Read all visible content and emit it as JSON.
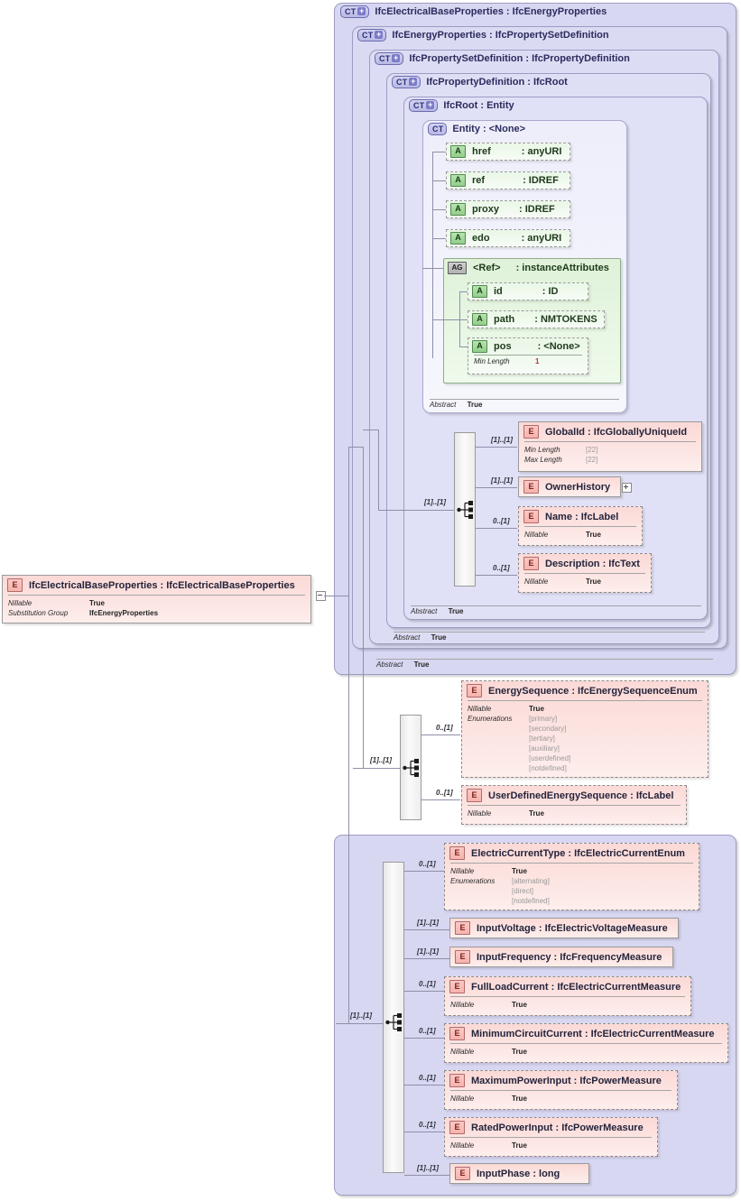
{
  "diagram": {
    "kind": "xsd-schema-diagram",
    "root_element": {
      "icon": "E",
      "title": "IfcElectricalBaseProperties : IfcElectricalBaseProperties",
      "facets": [
        {
          "key": "Nillable",
          "value": "True"
        },
        {
          "key": "Substitution Group",
          "value": "IfcEnergyProperties"
        }
      ]
    },
    "complex_types": [
      {
        "icon": "CT+",
        "title": "IfcElectricalBaseProperties : IfcEnergyProperties",
        "abstract": {
          "key": "Abstract",
          "value": "True"
        }
      },
      {
        "icon": "CT+",
        "title": "IfcEnergyProperties : IfcPropertySetDefinition",
        "abstract": {
          "key": "Abstract",
          "value": "True"
        }
      },
      {
        "icon": "CT+",
        "title": "IfcPropertySetDefinition : IfcPropertyDefinition",
        "abstract": {
          "key": "Abstract",
          "value": "True"
        }
      },
      {
        "icon": "CT+",
        "title": "IfcPropertyDefinition : IfcRoot",
        "abstract": {
          "key": "Abstract",
          "value": "True"
        }
      },
      {
        "icon": "CT+",
        "title": "IfcRoot : Entity",
        "abstract": {
          "key": "Abstract",
          "value": "True"
        }
      },
      {
        "icon": "CT",
        "title": "Entity : <None>",
        "abstract": {
          "key": "Abstract",
          "value": "True"
        }
      }
    ],
    "entity_attributes": [
      {
        "icon": "A",
        "name": "href",
        "type": ": anyURI"
      },
      {
        "icon": "A",
        "name": "ref",
        "type": ": IDREF"
      },
      {
        "icon": "A",
        "name": "proxy",
        "type": ": IDREF"
      },
      {
        "icon": "A",
        "name": "edo",
        "type": ": anyURI"
      }
    ],
    "attribute_group": {
      "icon": "AG",
      "name": "<Ref>",
      "type": ": instanceAttributes",
      "attributes": [
        {
          "icon": "A",
          "name": "id",
          "type": ": ID",
          "facets": []
        },
        {
          "icon": "A",
          "name": "path",
          "type": ": NMTOKENS",
          "facets": []
        },
        {
          "icon": "A",
          "name": "pos",
          "type": ": <None>",
          "facets": [
            {
              "key": "Min Length",
              "value": "1"
            }
          ]
        }
      ]
    },
    "ifcroot_sequence": {
      "cardinality": "[1]..[1]",
      "items": [
        {
          "icon": "E",
          "title": "GlobalId : IfcGloballyUniqueId",
          "cardinality": "[1]..[1]",
          "optional": false,
          "facets": [
            {
              "key": "Min Length",
              "value": "[22]",
              "style": "gray"
            },
            {
              "key": "Max Length",
              "value": "[22]",
              "style": "gray"
            }
          ]
        },
        {
          "icon": "E",
          "title": "OwnerHistory",
          "cardinality": "[1]..[1]",
          "optional": false,
          "expander": "+",
          "facets": []
        },
        {
          "icon": "E",
          "title": "Name      : IfcLabel",
          "cardinality": "0..[1]",
          "optional": true,
          "facets": [
            {
              "key": "Nillable",
              "value": "True"
            }
          ]
        },
        {
          "icon": "E",
          "title": "Description : IfcText",
          "cardinality": "0..[1]",
          "optional": true,
          "facets": [
            {
              "key": "Nillable",
              "value": "True"
            }
          ]
        }
      ]
    },
    "energy_sequence": {
      "cardinality": "[1]..[1]",
      "items": [
        {
          "icon": "E",
          "title": "EnergySequence : IfcEnergySequenceEnum",
          "cardinality": "0..[1]",
          "optional": true,
          "facets": [
            {
              "key": "Nillable",
              "value": "True"
            },
            {
              "key": "Enumerations",
              "value": "[primary]",
              "style": "enum"
            },
            {
              "key": "",
              "value": "[secondary]",
              "style": "enum"
            },
            {
              "key": "",
              "value": "[tertiary]",
              "style": "enum"
            },
            {
              "key": "",
              "value": "[auxiliary]",
              "style": "enum"
            },
            {
              "key": "",
              "value": "[userdefined]",
              "style": "enum"
            },
            {
              "key": "",
              "value": "[notdefined]",
              "style": "enum"
            }
          ]
        },
        {
          "icon": "E",
          "title": "UserDefinedEnergySequence : IfcLabel",
          "cardinality": "0..[1]",
          "optional": true,
          "facets": [
            {
              "key": "Nillable",
              "value": "True"
            }
          ]
        }
      ]
    },
    "electrical_sequence": {
      "cardinality": "[1]..[1]",
      "items": [
        {
          "icon": "E",
          "title": "ElectricCurrentType : IfcElectricCurrentEnum",
          "cardinality": "0..[1]",
          "optional": true,
          "facets": [
            {
              "key": "Nillable",
              "value": "True"
            },
            {
              "key": "Enumerations",
              "value": "[alternating]",
              "style": "enum"
            },
            {
              "key": "",
              "value": "[direct]",
              "style": "enum"
            },
            {
              "key": "",
              "value": "[notdefined]",
              "style": "enum"
            }
          ]
        },
        {
          "icon": "E",
          "title": "InputVoltage : IfcElectricVoltageMeasure",
          "cardinality": "[1]..[1]",
          "optional": false,
          "facets": []
        },
        {
          "icon": "E",
          "title": "InputFrequency : IfcFrequencyMeasure",
          "cardinality": "[1]..[1]",
          "optional": false,
          "facets": []
        },
        {
          "icon": "E",
          "title": "FullLoadCurrent : IfcElectricCurrentMeasure",
          "cardinality": "0..[1]",
          "optional": true,
          "facets": [
            {
              "key": "Nillable",
              "value": "True"
            }
          ]
        },
        {
          "icon": "E",
          "title": "MinimumCircuitCurrent : IfcElectricCurrentMeasure",
          "cardinality": "0..[1]",
          "optional": true,
          "facets": [
            {
              "key": "Nillable",
              "value": "True"
            }
          ]
        },
        {
          "icon": "E",
          "title": "MaximumPowerInput : IfcPowerMeasure",
          "cardinality": "0..[1]",
          "optional": true,
          "facets": [
            {
              "key": "Nillable",
              "value": "True"
            }
          ]
        },
        {
          "icon": "E",
          "title": "RatedPowerInput : IfcPowerMeasure",
          "cardinality": "0..[1]",
          "optional": true,
          "facets": [
            {
              "key": "Nillable",
              "value": "True"
            }
          ]
        },
        {
          "icon": "E",
          "title": "InputPhase : long",
          "cardinality": "[1]..[1]",
          "optional": false,
          "facets": []
        }
      ]
    },
    "colors": {
      "container": "#d7d7f2",
      "element": "#fbd9d6",
      "attribute": "#e9f7e6",
      "line": "#8f8fa8",
      "ct_chip": "#7b7bc8"
    }
  }
}
